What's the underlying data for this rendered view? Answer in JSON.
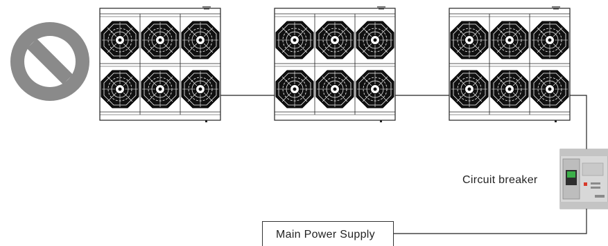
{
  "diagram": {
    "outdoor_units": [
      {
        "name": "outdoor-unit-1",
        "fans": 6
      },
      {
        "name": "outdoor-unit-2",
        "fans": 6
      },
      {
        "name": "outdoor-unit-3",
        "fans": 6
      }
    ],
    "prohibition_icon": "no-entry-icon",
    "breaker_icon": "circuit-breaker-icon",
    "labels": {
      "circuit_breaker": "Circuit breaker",
      "main_power_supply": "Main Power Supply"
    },
    "colors": {
      "prohibition": "#8a8a8a",
      "line": "#222222",
      "fan": "#111111",
      "breaker_body": "#d8d8d8",
      "breaker_switch": "#3cb04a",
      "breaker_indicator": "#d83a2a"
    }
  }
}
